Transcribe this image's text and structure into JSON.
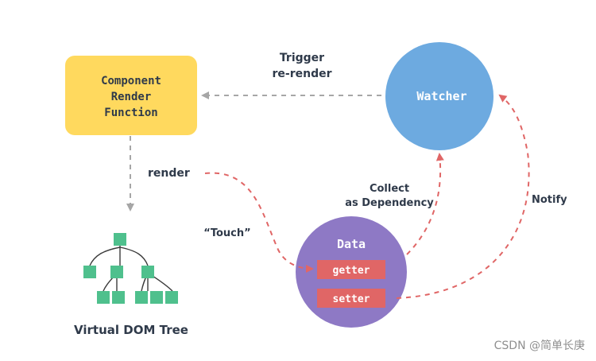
{
  "diagram": {
    "component_render_function": {
      "lines": [
        "Component",
        "Render",
        "Function"
      ],
      "color": "#FFD95E"
    },
    "watcher": {
      "label": "Watcher",
      "color": "#6DAAE0"
    },
    "data": {
      "label": "Data",
      "color": "#8E79C5",
      "getter_label": "getter",
      "setter_label": "setter",
      "getter_setter_color": "#E06666"
    },
    "labels": {
      "trigger_lines": [
        "Trigger",
        "re-render"
      ],
      "render": "render",
      "touch": "“Touch”",
      "collect_lines": [
        "Collect",
        "as Dependency"
      ],
      "notify": "Notify",
      "virtual_dom_tree": "Virtual DOM Tree"
    },
    "tree": {
      "color": "#4FC08D"
    },
    "arrows": {
      "gray": "#A6A6A6",
      "red": "#E06666"
    }
  },
  "watermark": "CSDN @简单长庚"
}
